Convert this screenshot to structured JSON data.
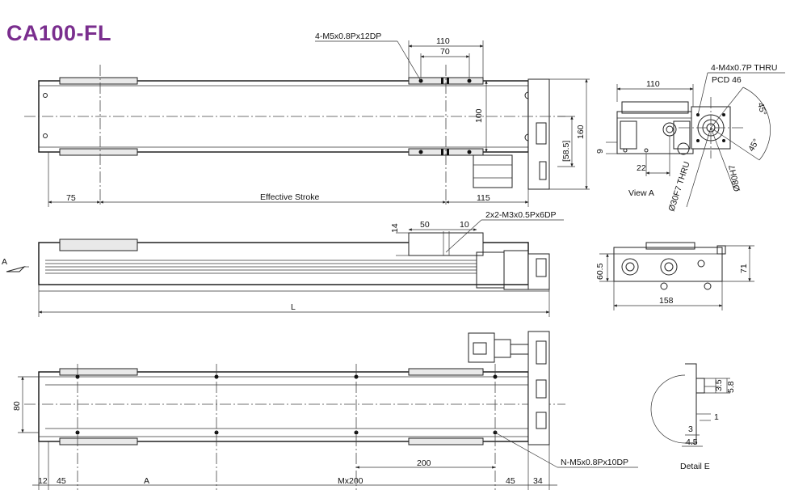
{
  "title": "CA100-FL",
  "colors": {
    "title": "#7a2e8e",
    "line": "#222222"
  },
  "top_view": {
    "dims": {
      "d110": "110",
      "d70": "70",
      "d100": "100",
      "d160": "160",
      "d58_5": "[58.5]",
      "d75": "75",
      "effective_stroke": "Effective Stroke",
      "d115": "115"
    },
    "callout_holes": "4-M5x0.8Px12DP"
  },
  "side_view": {
    "dims": {
      "d14": "14",
      "d50": "50",
      "d10": "10",
      "L": "L"
    },
    "callout_holes": "2x2-M3x0.5Px6DP",
    "arrow_label": "A"
  },
  "view_a": {
    "label": "View A",
    "dims": {
      "d110": "110",
      "d9": "9",
      "d22": "22",
      "d45a": "45°",
      "d45b": "45°"
    },
    "callout_thru": "4-M4x0.7P THRU",
    "pcd": "PCD 46",
    "bore": "Ø30F7 THRU",
    "h8": "Ø80H7"
  },
  "end_view": {
    "dims": {
      "d60_5": "60.5",
      "d71": "71",
      "d158": "158"
    }
  },
  "bottom_view": {
    "dims": {
      "d80": "80",
      "d200": "200",
      "d12": "12",
      "d45a": "45",
      "A": "A",
      "Mx200": "Mx200",
      "d45b": "45",
      "d34": "34"
    },
    "callout_holes": "N-M5x0.8Px10DP"
  },
  "detail_e": {
    "label": "Detail E",
    "dims": {
      "d3_5": "3.5",
      "d5_8": "5.8",
      "d1": "1",
      "d3": "3",
      "d4_5": "4.5"
    }
  }
}
